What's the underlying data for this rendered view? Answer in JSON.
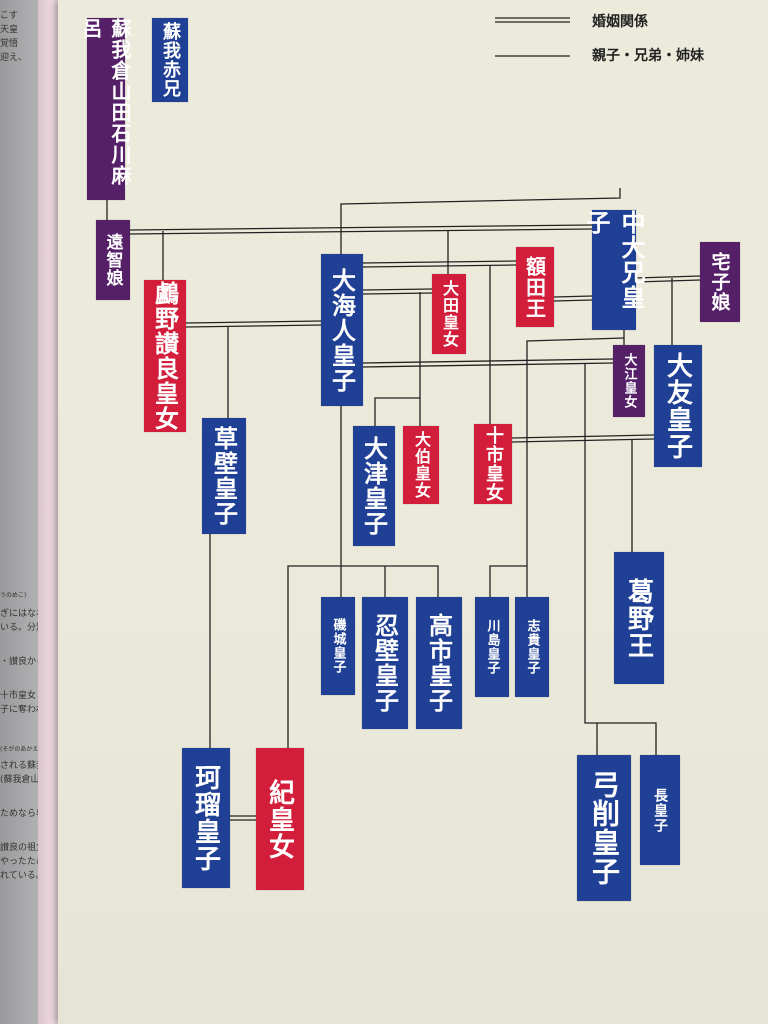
{
  "left_page": {
    "fragments": [
      "こす",
      "天皇",
      "覚悟",
      "迎え、",
      "うのめこ)",
      "ぎにはなれない",
      "いる。分別のある",
      "・讃良から",
      "十市皇女とは",
      "子に奪われてしま",
      "(そがのあかえ)",
      "される蘇我氏の",
      "(蘇我倉山田石",
      "ためなら卑",
      "讃良の祖父の",
      "やったため",
      "れている。"
    ]
  },
  "legend": {
    "marriage": "婚姻関係",
    "kinship": "親子・兄弟・姉妹"
  },
  "colors": {
    "male": "#1f4094",
    "female": "#d21e3a",
    "other": "#552068"
  },
  "people": {
    "soga_kurayamada": "蘇我倉山田石川麻呂",
    "soga_akae": "蘇我赤兄",
    "ochi": "遠智娘",
    "unonosarara": "鸕野讃良皇女",
    "oama": "大海人皇子",
    "ota": "大田皇女",
    "nukata": "額田王",
    "nakanooe": "中大兄皇子",
    "yakako": "宅子娘",
    "oe": "大江皇女",
    "otomo": "大友皇子",
    "kusakabe": "草壁皇子",
    "otsu": "大津皇子",
    "oku": "大伯皇女",
    "tochi": "十市皇女",
    "kadono": "葛野王",
    "shiki_o": "磯城皇子",
    "osakabe": "忍壁皇子",
    "takechi": "高市皇子",
    "kawashima": "川島皇子",
    "shiki": "志貴皇子",
    "karu": "珂瑠皇子",
    "ki": "紀皇女",
    "yuge": "弓削皇子",
    "naga": "長皇子"
  }
}
